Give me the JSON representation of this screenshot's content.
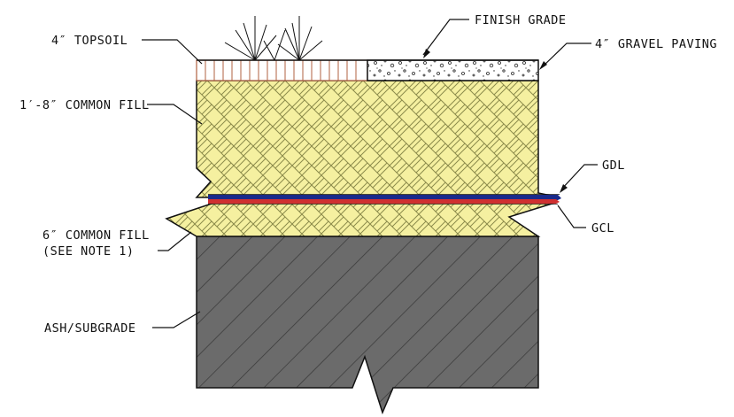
{
  "labels": {
    "topsoil": "4″ TOPSOIL",
    "finish_grade": "FINISH GRADE",
    "gravel_paving": "4″ GRAVEL PAVING",
    "common_fill_upper": "1′-8″ COMMON FILL",
    "gdl": "GDL",
    "gcl": "GCL",
    "common_fill_lower_1": "6″ COMMON FILL",
    "common_fill_lower_2": "(SEE NOTE 1)",
    "subgrade": "ASH/SUBGRADE"
  },
  "colors": {
    "fill": "#f5f0a0",
    "fill_pattern": "#8a8a4a",
    "topsoil_hatch": "#b06040",
    "gdl": "#1a2a8a",
    "gcl": "#d03030",
    "subgrade": "#6b6b6b",
    "subgrade_hatch": "#3a3a3a",
    "ink": "#111111"
  }
}
